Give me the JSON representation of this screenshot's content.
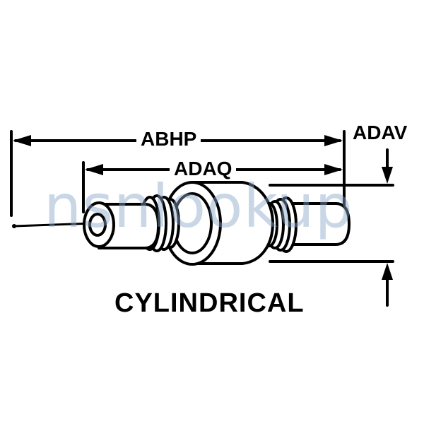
{
  "labels": {
    "overall_length": "ABHP",
    "body_length": "ADAQ",
    "diameter": "ADAV",
    "style": "CYLINDRICAL"
  },
  "watermark": "nsnlookup",
  "colors": {
    "ink": "#000000",
    "paper": "#ffffff",
    "watermark": "#8aa6c8"
  }
}
